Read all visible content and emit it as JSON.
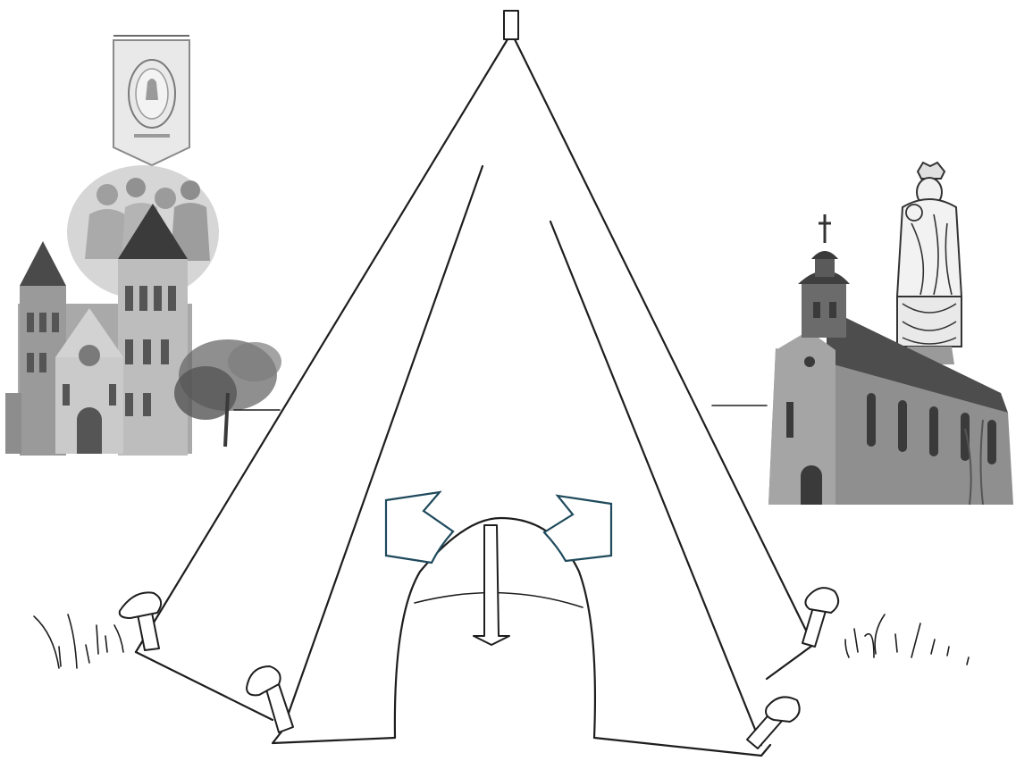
{
  "diagram": {
    "subject": "tent-with-two-churches",
    "colors": {
      "line": "#1e1e1e",
      "arrow": "#1f4a5c",
      "photo_dark": "#3b3b3b",
      "photo_mid": "#8a8a8a",
      "photo_light": "#d6d6d6",
      "background": "#ffffff"
    },
    "elements": {
      "left_image": "romanesque-church-with-banner-and-people",
      "right_image": "baroque-church-with-madonna-statue",
      "arrows": [
        "arrow-left-outward",
        "arrow-right-outward"
      ]
    }
  }
}
